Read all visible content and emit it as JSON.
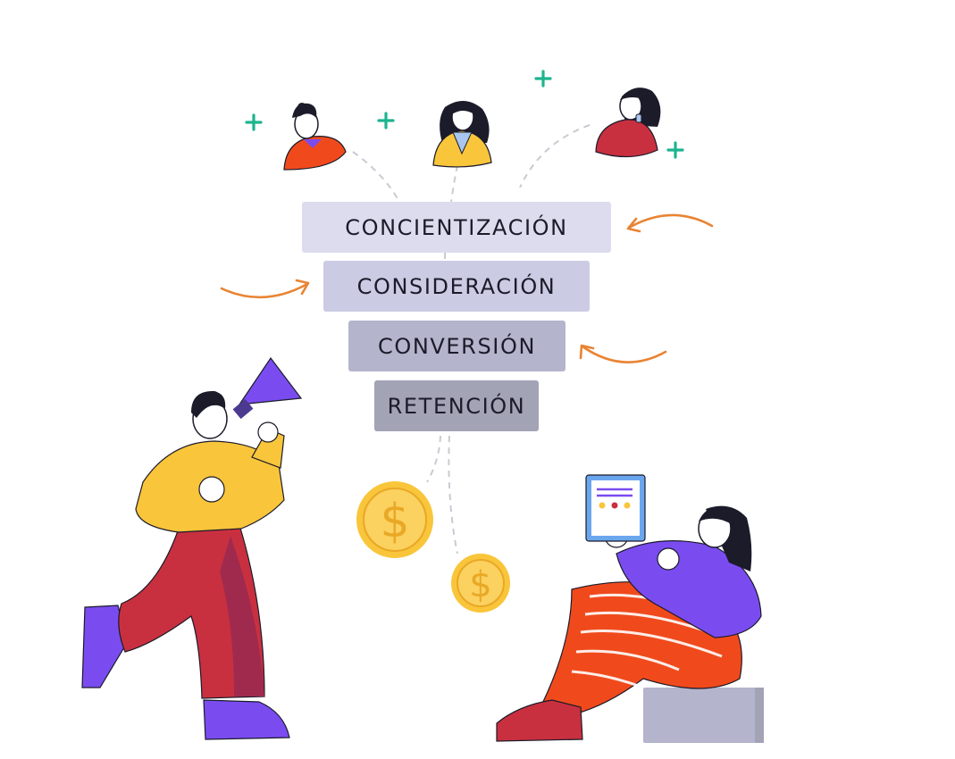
{
  "funnel": {
    "stages": [
      {
        "label": "CONCIENTIZACIÓN",
        "color": "#dcdcee"
      },
      {
        "label": "CONSIDERACIÓN",
        "color": "#cbcbe4"
      },
      {
        "label": "CONVERSIÓN",
        "color": "#b4b4cc"
      },
      {
        "label": "RETENCIÓN",
        "color": "#a3a3b6"
      }
    ]
  },
  "colors": {
    "arrow": "#e98433",
    "plus": "#1db48f",
    "coin": "#f9c53a",
    "dashed_line": "#c9cbd3"
  },
  "icons": [
    "plus-icon",
    "curved-arrow-icon",
    "coin-icon",
    "megaphone-icon",
    "tablet-icon"
  ]
}
